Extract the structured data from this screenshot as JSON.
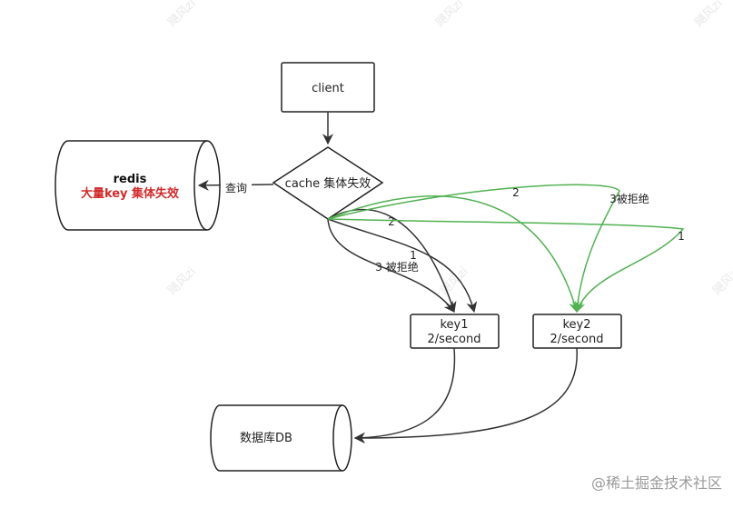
{
  "nodes": {
    "client": "client",
    "cache": "cache 集体失效",
    "redis_title": "redis",
    "redis_subtitle": "大量key 集体失效",
    "key1_line1": "key1",
    "key1_line2": "2/second",
    "key2_line1": "key2",
    "key2_line2": "2/second",
    "db": "数据库DB"
  },
  "edges": {
    "query": "查询",
    "black_1": "1",
    "black_2": "2",
    "black_3": "3 被拒绝",
    "green_1": "1",
    "green_2": "2",
    "green_3": "3被拒绝"
  },
  "colors": {
    "black_edge": "#333333",
    "green_edge": "#52b152",
    "redis_subtitle": "#d12b2b"
  },
  "footer": "@稀土掘金技术社区",
  "watermark": "飓风zi"
}
